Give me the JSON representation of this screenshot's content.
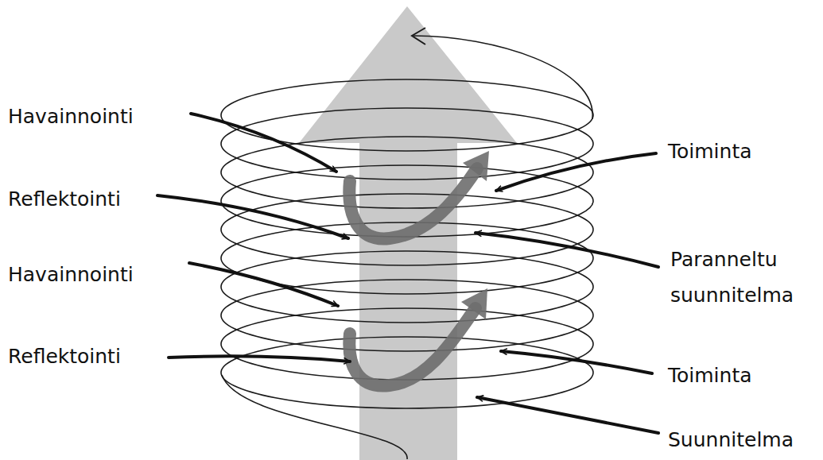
{
  "diagram": {
    "labels": [
      "Havainnointi",
      "Reflektointi",
      "Havainnointi",
      "Reflektointi",
      "Toiminta",
      "Paranneltu suunnitelma",
      "Toiminta",
      "Suunnitelma"
    ]
  }
}
